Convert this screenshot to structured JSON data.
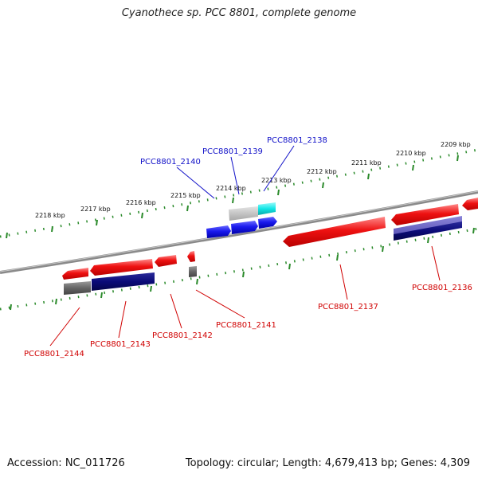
{
  "title": "Cyanothece sp. PCC 8801, complete genome",
  "footer": {
    "accession": "Accession: NC_011726",
    "summary": "Topology: circular; Length: 4,679,413 bp; Genes: 4,309"
  },
  "colors": {
    "backbone": "#8a8a8a",
    "ticks": "#2a8a2a",
    "red": "#ee1111",
    "blue": "#1a1aee",
    "navy": "#0b0b78",
    "grey": "#6a6a6a",
    "light_grey": "#c4c4c4",
    "cyan": "#11e6e6",
    "label_top": "#1010c8",
    "label_bottom": "#d00000"
  },
  "kbp_labels": [
    "2218 kbp",
    "2217 kbp",
    "2216 kbp",
    "2215 kbp",
    "2214 kbp",
    "2213 kbp",
    "2212 kbp",
    "2211 kbp",
    "2210 kbp",
    "2209 kbp"
  ],
  "genes_top": [
    "PCC8801_2140",
    "PCC8801_2139",
    "PCC8801_2138"
  ],
  "genes_bottom": [
    "PCC8801_2144",
    "PCC8801_2143",
    "PCC8801_2142",
    "PCC8801_2141",
    "PCC8801_2137",
    "PCC8801_2136"
  ]
}
